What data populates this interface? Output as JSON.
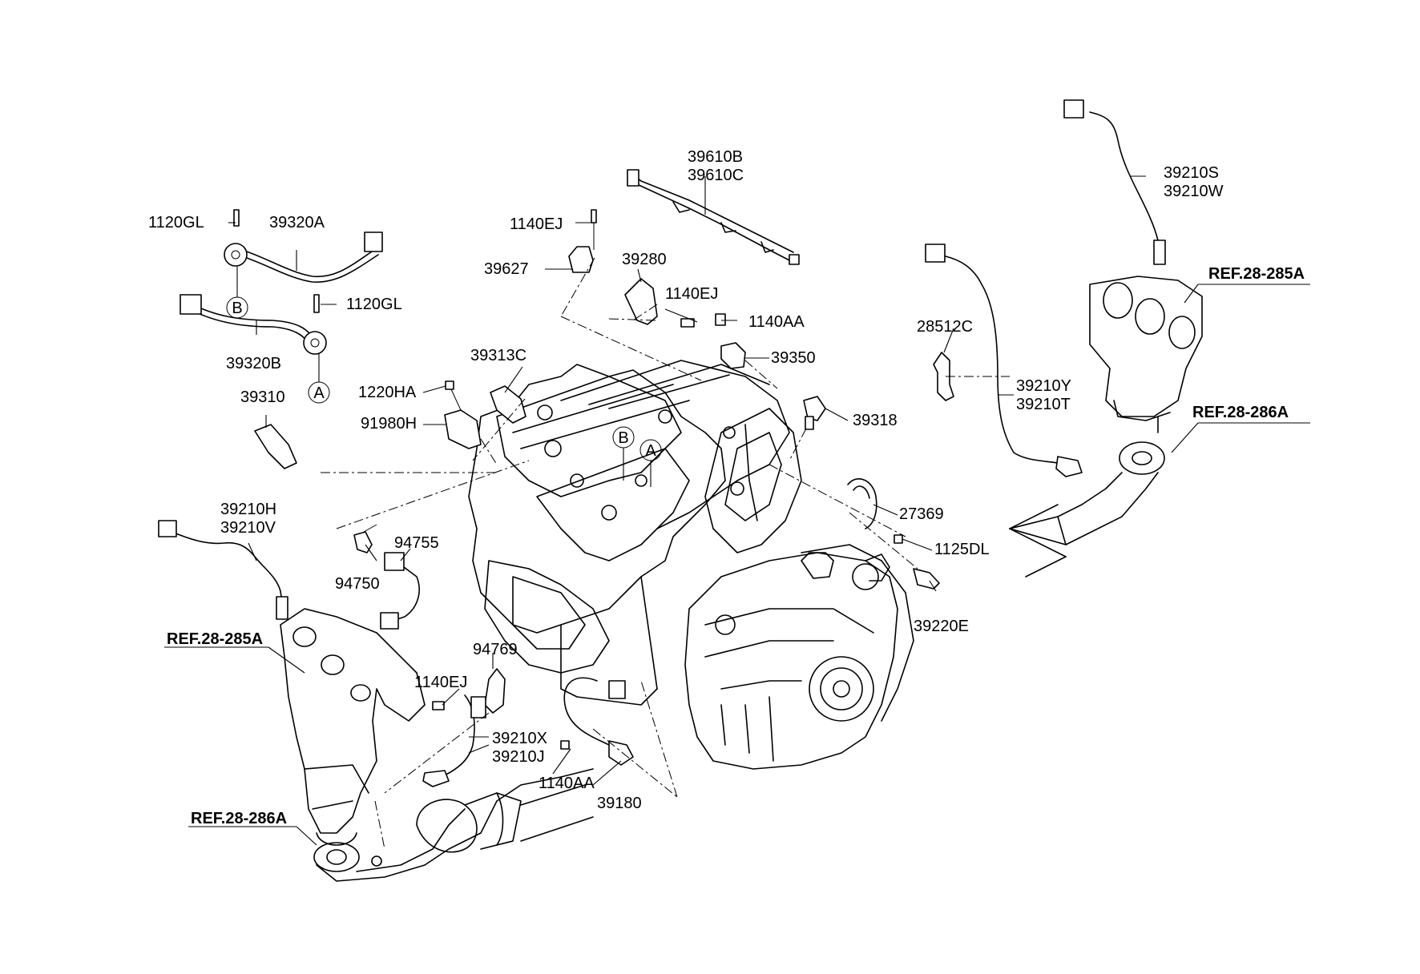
{
  "diagram": {
    "labels": {
      "l39610b": "39610B",
      "l39610c": "39610C",
      "l1140ej_a": "1140EJ",
      "l39627": "39627",
      "l39280": "39280",
      "l1140ej_b": "1140EJ",
      "l1140aa_a": "1140AA",
      "l39350": "39350",
      "l39313c": "39313C",
      "l1220ha": "1220HA",
      "l91980h": "91980H",
      "l39318": "39318",
      "l27369": "27369",
      "l1125dl": "1125DL",
      "l39220e": "39220E",
      "l1120gl_a": "1120GL",
      "l39320a": "39320A",
      "l1120gl_b": "1120GL",
      "l39320b": "39320B",
      "l39310": "39310",
      "l39210h": "39210H",
      "l39210v": "39210V",
      "l94755": "94755",
      "l94750": "94750",
      "l94769": "94769",
      "l1140ej_c": "1140EJ",
      "l39210x": "39210X",
      "l39210j": "39210J",
      "l1140aa_b": "1140AA",
      "l39180": "39180",
      "l39210s": "39210S",
      "l39210w": "39210W",
      "l28512c": "28512C",
      "l39210y": "39210Y",
      "l39210t": "39210T"
    },
    "refs": {
      "ref285_left": "REF.28-285A",
      "ref286_left": "REF.28-286A",
      "ref285_right": "REF.28-285A",
      "ref286_right": "REF.28-286A"
    },
    "circles": {
      "b_knock": "B",
      "a_knock": "A",
      "b_engine": "B",
      "a_engine": "A"
    }
  }
}
